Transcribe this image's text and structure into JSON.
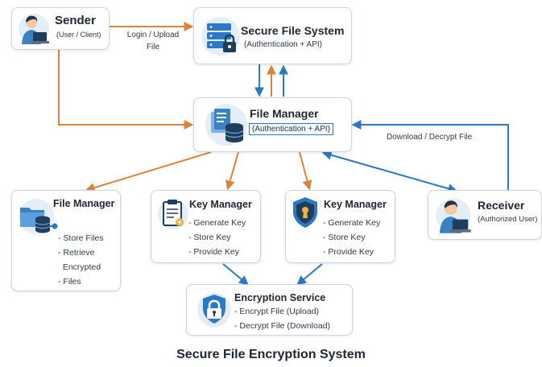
{
  "caption": "Secure File Encryption System",
  "colors": {
    "orange": "#d9843b",
    "blue": "#2a78c6",
    "navy": "#1f3d5c"
  },
  "nodes": {
    "sender": {
      "title": "Sender",
      "subtitle": "(User / Client)",
      "icon": "person-laptop-icon"
    },
    "secure_fs": {
      "title": "Secure File System",
      "subtitle": "(Authentication + API)",
      "icon": "server-lock-icon"
    },
    "file_manager": {
      "title": "File Manager",
      "subtitle": "(Authentication + API)",
      "icon": "files-database-icon"
    },
    "storage": {
      "title": "File Manager",
      "items": [
        "- Store Files",
        "- Retrieve",
        "  Encrypted",
        "- Files"
      ],
      "icon": "folder-database-icon"
    },
    "key_manager_1": {
      "title": "Key Manager",
      "items": [
        "- Generate Key",
        "- Store Key",
        "- Provide Key"
      ],
      "icon": "clipboard-key-icon"
    },
    "key_manager_2": {
      "title": "Key Manager",
      "items": [
        "- Generate Key",
        "- Store Key",
        "- Provide Key"
      ],
      "icon": "shield-keyhole-icon"
    },
    "receiver": {
      "title": "Receiver",
      "subtitle": "(Authorized User)",
      "icon": "person-laptop-icon"
    },
    "encryption": {
      "title": "Encryption Service",
      "items": [
        "- Encrypt File (Upload)",
        "- Decrypt File (Download)"
      ],
      "icon": "shield-lock-icon"
    }
  },
  "edges": {
    "login_upload": {
      "line1": "Login / Upload",
      "line2": "File"
    },
    "download_decrypt": "Download / Decrypt File"
  }
}
